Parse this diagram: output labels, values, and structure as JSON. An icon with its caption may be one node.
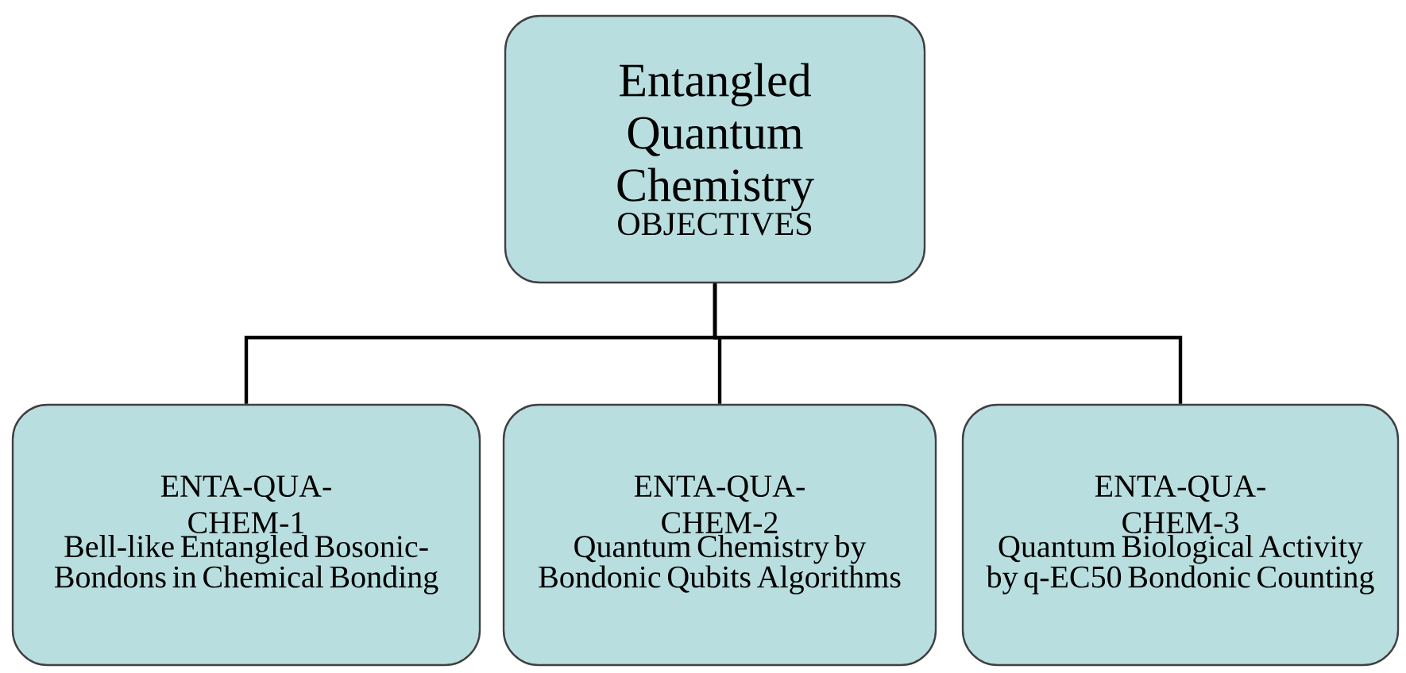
{
  "diagram": {
    "nodes": [
      {
        "text": [
          "Entangled Quantum Chemistry",
          "OBJECTIVES"
        ]
      },
      {
        "text": [
          "ENTA-QUA-CHEM-1",
          "Bell-like Entangled Bosonic-Bondons in Chemical Bonding"
        ]
      },
      {
        "text": [
          "ENTA-QUA-CHEM-2",
          "Quantum Chemistry by Bondonic Qubits Algorithms"
        ]
      },
      {
        "text": [
          "ENTA-QUA-CHEM-3",
          "Quantum Biological Activity by q-EC50 Bondonic Counting"
        ]
      }
    ],
    "edges": [
      {
        "from": 0,
        "to": 1,
        "arrow": "none"
      },
      {
        "from": 0,
        "to": 2,
        "arrow": "none"
      },
      {
        "from": 0,
        "to": 3,
        "arrow": "none"
      }
    ]
  }
}
